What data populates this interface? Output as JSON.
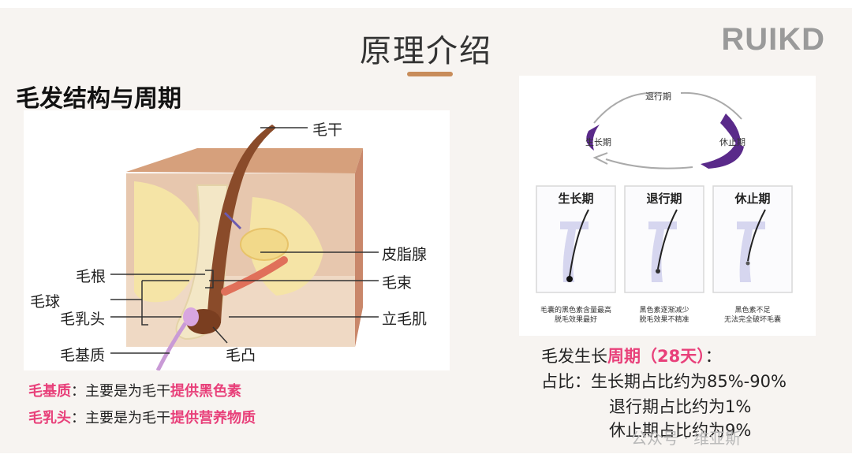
{
  "header": {
    "title": "原理介绍",
    "brand": "RUIKD"
  },
  "section": {
    "title": "毛发结构与周期"
  },
  "diagram": {
    "labels": {
      "hair_shaft": "毛干",
      "sebaceous_gland": "皮脂腺",
      "hair_root": "毛根",
      "hair_bundle": "毛束",
      "hair_bulb": "毛球",
      "dermal_papilla": "毛乳头",
      "arrector_pili": "立毛肌",
      "hair_matrix": "毛基质",
      "bulge": "毛凸"
    }
  },
  "descriptions": [
    {
      "term": "毛基质",
      "text": "：主要是为毛干",
      "emphasis": "提供黑色素"
    },
    {
      "term": "毛乳头",
      "text": "：主要是为毛干",
      "emphasis": "提供营养物质"
    }
  ],
  "cycle": {
    "ring": {
      "top": "退行期",
      "left": "生长期",
      "right": "休止期"
    },
    "panels": [
      {
        "title": "生长期",
        "note_line1": "毛囊的黑色素含量最高",
        "note_line2": "脱毛效果最好"
      },
      {
        "title": "退行期",
        "note_line1": "黑色素逐渐减少",
        "note_line2": "脱毛效果不精准"
      },
      {
        "title": "休止期",
        "note_line1": "黑色素不足",
        "note_line2": "无法完全破坏毛囊"
      }
    ]
  },
  "growth": {
    "line1_prefix": "毛发生长",
    "line1_highlight": "周期（28天）",
    "line1_suffix": "：",
    "line2": "占比：生长期占比约为85%-90%",
    "line3": "退行期占比约为1%",
    "line4": "休止期占比约为9%"
  },
  "watermark": "公众号 · 维亚斯",
  "colors": {
    "accent": "#e8407a",
    "title_bar": "#c88c5a",
    "brand": "#9a9a9a",
    "cycle_purple": "#5a2a8a"
  }
}
